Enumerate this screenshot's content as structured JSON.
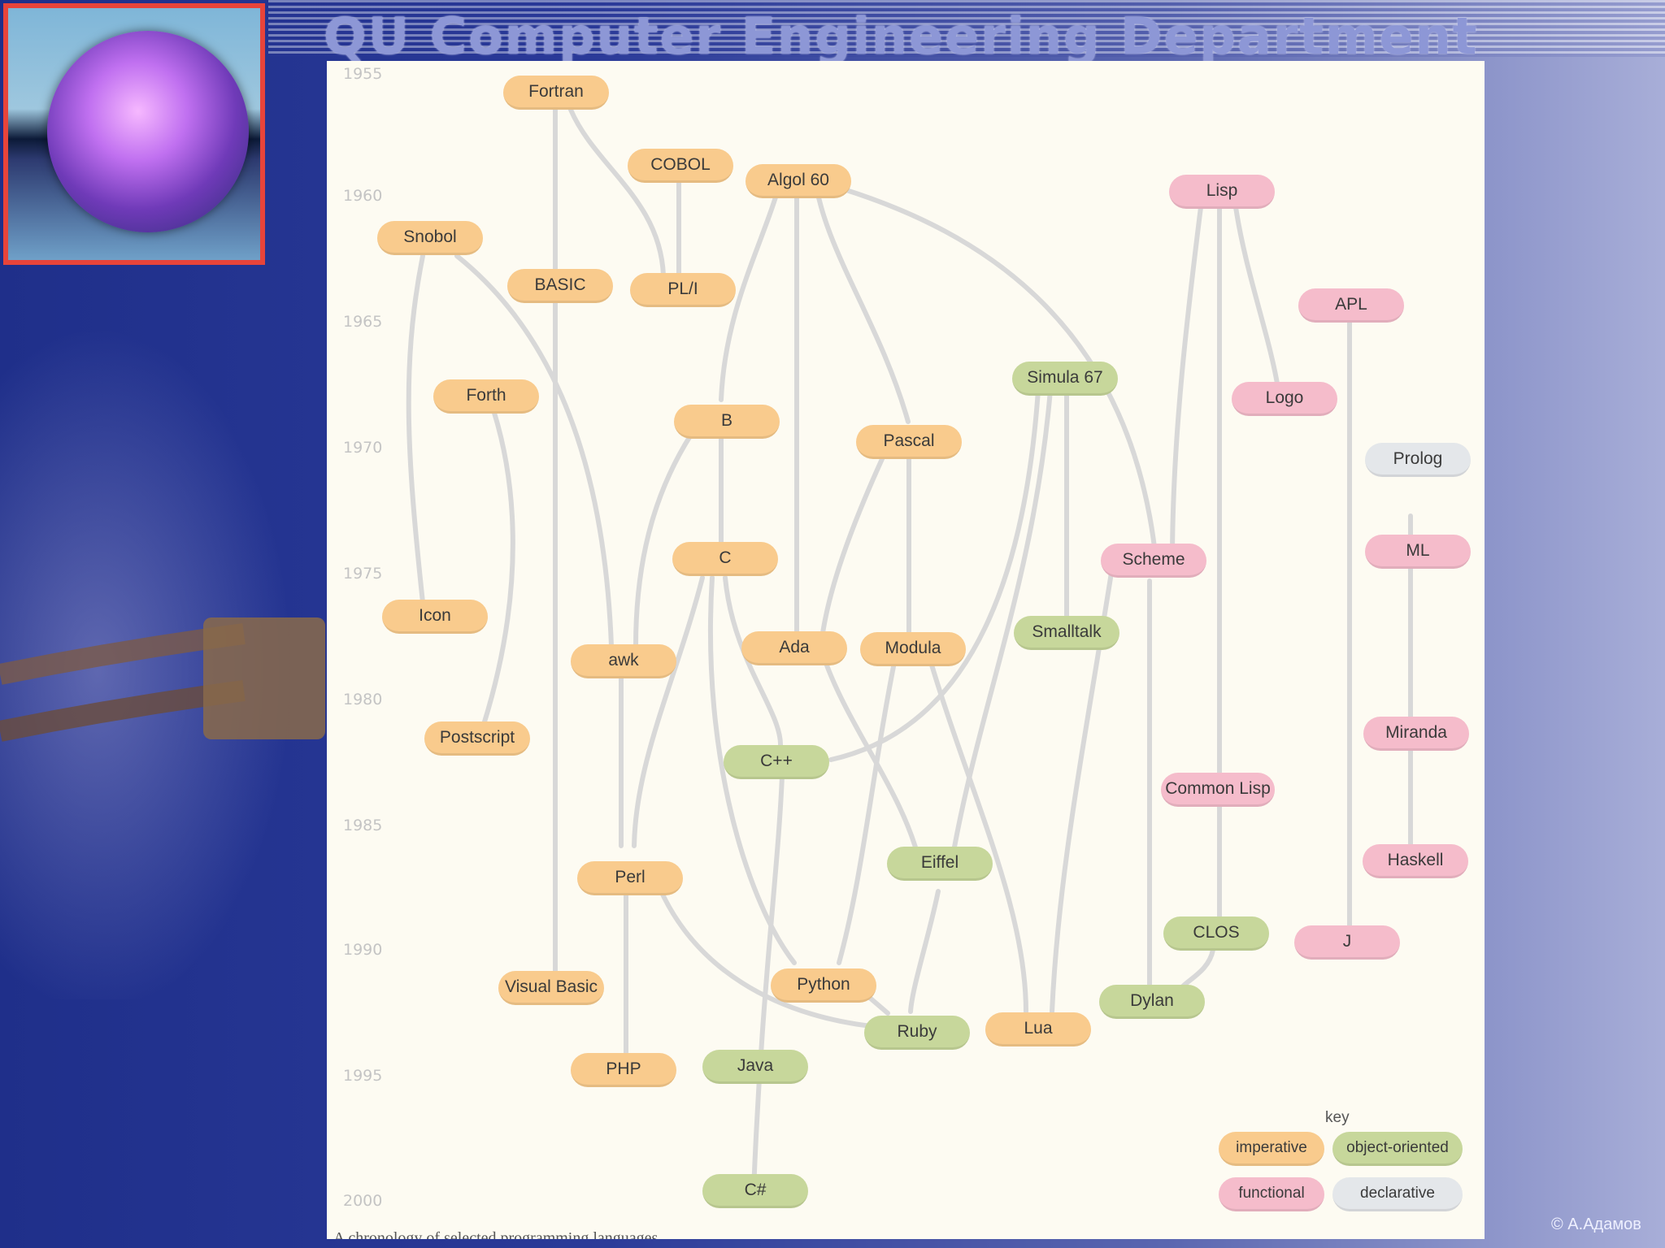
{
  "header": {
    "title": "QU Computer Engineering Department"
  },
  "footer": {
    "copyright": "© А.Адамов",
    "caption": "A chronology of selected programming languages"
  },
  "timeline": {
    "years": [
      "1955",
      "1960",
      "1965",
      "1970",
      "1975",
      "1980",
      "1985",
      "1990",
      "1995",
      "2000"
    ]
  },
  "languages": {
    "fortran": "Fortran",
    "cobol": "COBOL",
    "algol60": "Algol 60",
    "lisp": "Lisp",
    "snobol": "Snobol",
    "basic": "BASIC",
    "pli": "PL/I",
    "apl": "APL",
    "simula67": "Simula 67",
    "logo": "Logo",
    "forth": "Forth",
    "b": "B",
    "pascal": "Pascal",
    "prolog": "Prolog",
    "c": "C",
    "scheme": "Scheme",
    "ml": "ML",
    "icon": "Icon",
    "awk": "awk",
    "ada": "Ada",
    "modula": "Modula",
    "smalltalk": "Smalltalk",
    "postscript": "Postscript",
    "cpp": "C++",
    "miranda": "Miranda",
    "commonlisp": "Common Lisp",
    "eiffel": "Eiffel",
    "perl": "Perl",
    "haskell": "Haskell",
    "clos": "CLOS",
    "j": "J",
    "visualbasic": "Visual Basic",
    "python": "Python",
    "dylan": "Dylan",
    "ruby": "Ruby",
    "lua": "Lua",
    "php": "PHP",
    "java": "Java",
    "csharp": "C#"
  },
  "key": {
    "title": "key",
    "imperative": "imperative",
    "object_oriented": "object-oriented",
    "functional": "functional",
    "declarative": "declarative"
  },
  "colors": {
    "imperative": "#f9cb8d",
    "object_oriented": "#c7d79b",
    "functional": "#f5bccb",
    "declarative": "#e4e7ea"
  }
}
